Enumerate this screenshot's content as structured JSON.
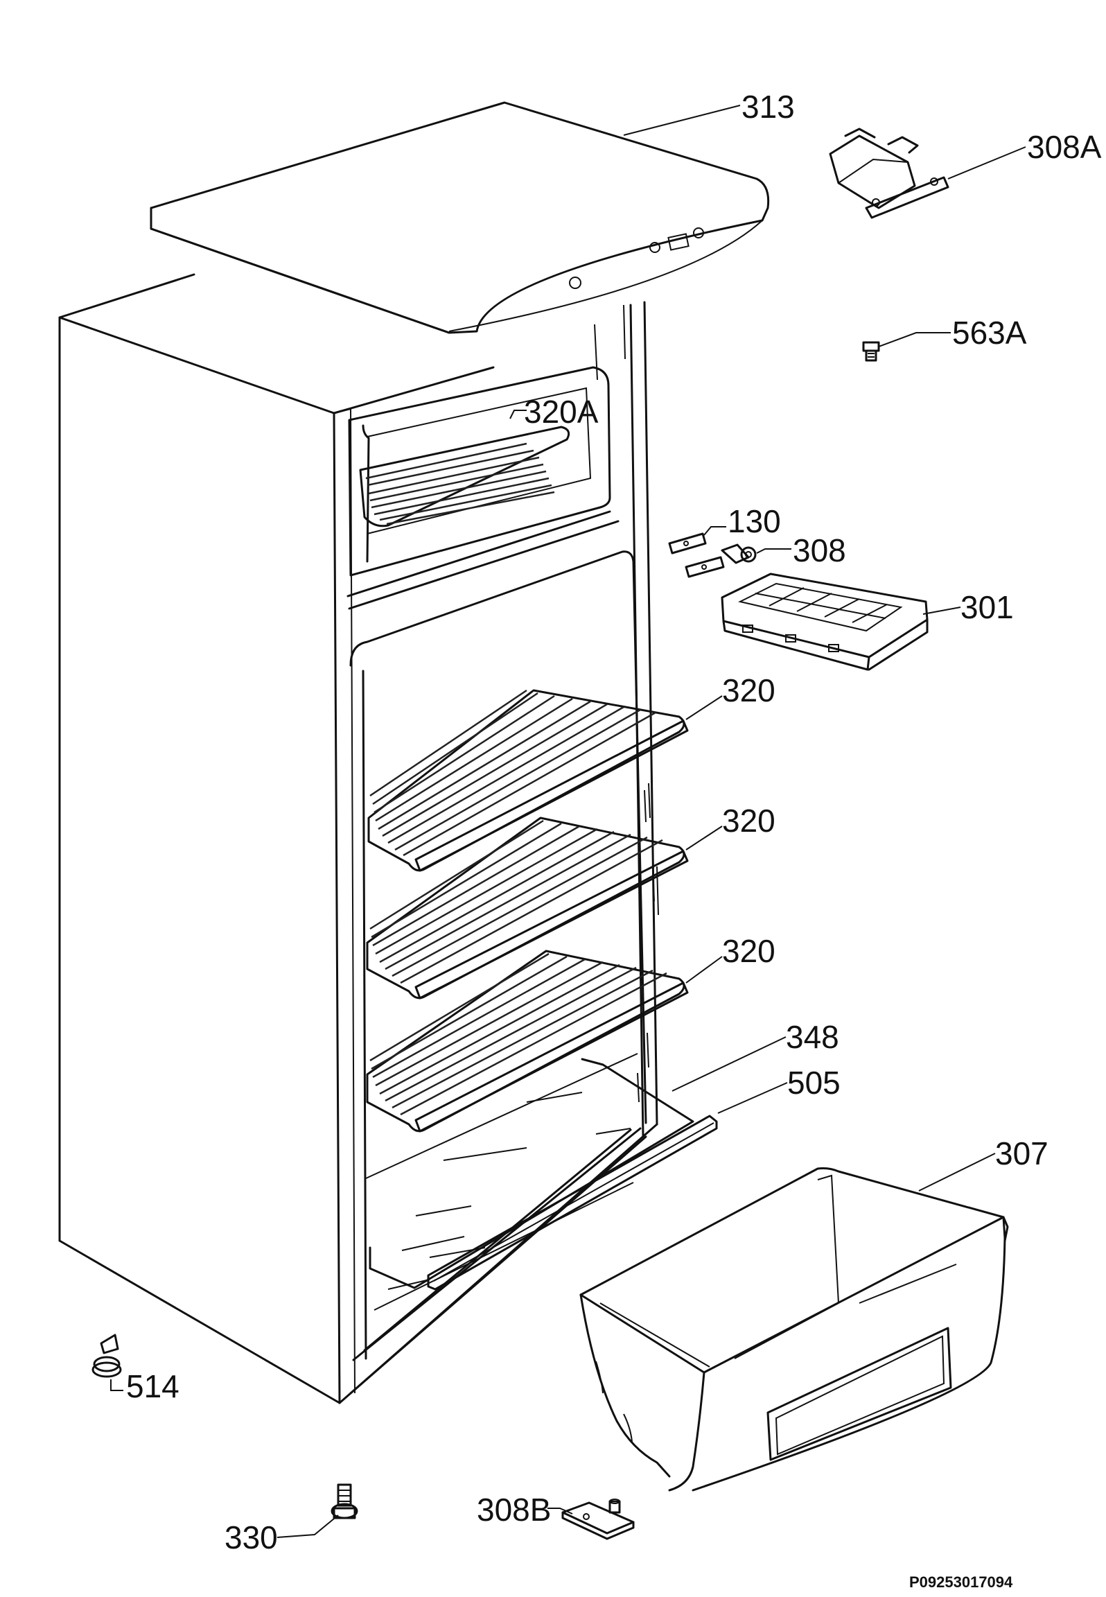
{
  "callouts": {
    "top_cover": "313",
    "hinge_top": "308A",
    "screw_563a": "563A",
    "freezer_shelf": "320A",
    "part_130": "130",
    "hinge_308": "308",
    "ice_tray": "301",
    "shelf_1": "320",
    "shelf_2": "320",
    "shelf_3": "320",
    "glass_shelf": "348",
    "shelf_trim": "505",
    "crisper_drawer": "307",
    "foot_514": "514",
    "foot_330": "330",
    "hinge_bottom": "308B"
  },
  "drawing_code": "P09253017094"
}
